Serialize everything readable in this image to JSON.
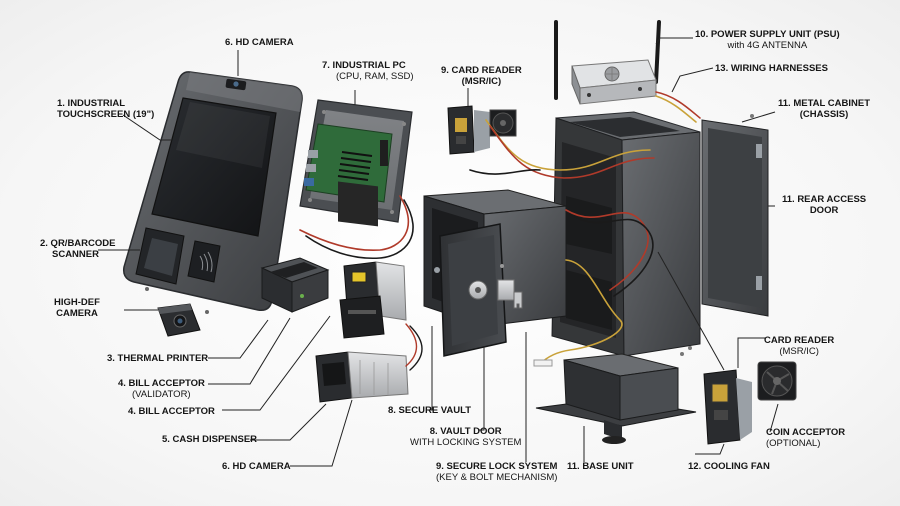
{
  "labels": {
    "hd_camera_top": {
      "title": "6. HD CAMERA"
    },
    "industrial_pc": {
      "title": "7. INDUSTRIAL PC",
      "sub": "(CPU, RAM, SSD)"
    },
    "card_reader_top": {
      "title": "9. CARD READER",
      "sub": "(MSR/IC)"
    },
    "psu": {
      "title": "10. POWER SUPPLY UNIT (PSU)",
      "sub": "with 4G ANTENNA"
    },
    "wiring": {
      "title": "13. WIRING HARNESSES"
    },
    "touchscreen": {
      "title": "1. INDUSTRIAL",
      "sub": "TOUCHSCREEN (19\")"
    },
    "metal_cabinet": {
      "title": "11. METAL CABINET",
      "sub": "(CHASSIS)"
    },
    "rear_door": {
      "title": "11. REAR ACCESS",
      "sub": "DOOR"
    },
    "qr_scanner": {
      "title": "2. QR/BARCODE",
      "sub": "SCANNER"
    },
    "hd_camera_left": {
      "title": "HIGH-DEF",
      "sub": "CAMERA"
    },
    "thermal_printer": {
      "title": "3. THERMAL PRINTER"
    },
    "bill_acceptor_validator": {
      "title": "4. BILL ACCEPTOR",
      "sub": "(VALIDATOR)"
    },
    "bill_acceptor": {
      "title": "4. BILL ACCEPTOR"
    },
    "cash_dispenser": {
      "title": "5. CASH DISPENSER"
    },
    "hd_camera_bottom": {
      "title": "6. HD CAMERA"
    },
    "secure_vault": {
      "title": "8. SECURE VAULT"
    },
    "vault_door": {
      "title": "8. VAULT DOOR",
      "sub": "WITH LOCKING SYSTEM"
    },
    "secure_lock": {
      "title": "9. SECURE LOCK SYSTEM",
      "sub": "(KEY & BOLT MECHANISM)"
    },
    "base_unit": {
      "title": "11. BASE UNIT"
    },
    "cooling_fan": {
      "title": "12. COOLING FAN"
    },
    "card_reader_right": {
      "title": "CARD READER",
      "sub": "(MSR/IC)"
    },
    "coin_acceptor": {
      "title": "COIN ACCEPTOR",
      "sub": "(OPTIONAL)"
    }
  },
  "colors": {
    "metal_dark": "#3a3c3f",
    "metal_mid": "#55585c",
    "metal_light": "#8a8d91",
    "screen": "#1c1e21",
    "pcb": "#2f6b3a",
    "silver": "#c9cbcd",
    "leader": "#222222",
    "wire_red": "#b03a2a",
    "wire_black": "#1a1a1a",
    "wire_yellow": "#c9a23a"
  }
}
